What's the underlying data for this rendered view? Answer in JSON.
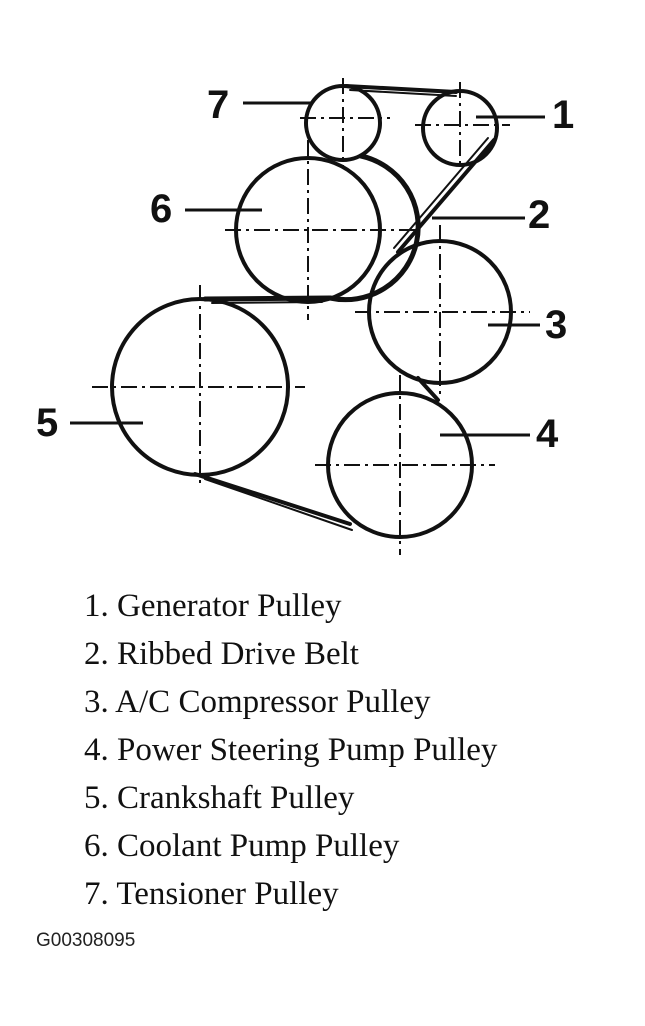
{
  "callouts": [
    "1",
    "2",
    "3",
    "4",
    "5",
    "6",
    "7"
  ],
  "legend": [
    "1. Generator Pulley",
    "2. Ribbed Drive Belt",
    "3. A/C Compressor Pulley",
    "4. Power Steering Pump Pulley",
    "5. Crankshaft Pulley",
    "6. Coolant Pump Pulley",
    "7. Tensioner Pulley"
  ],
  "figure_code": "G00308095",
  "colors": {
    "ink": "#111111",
    "background": "#ffffff"
  }
}
